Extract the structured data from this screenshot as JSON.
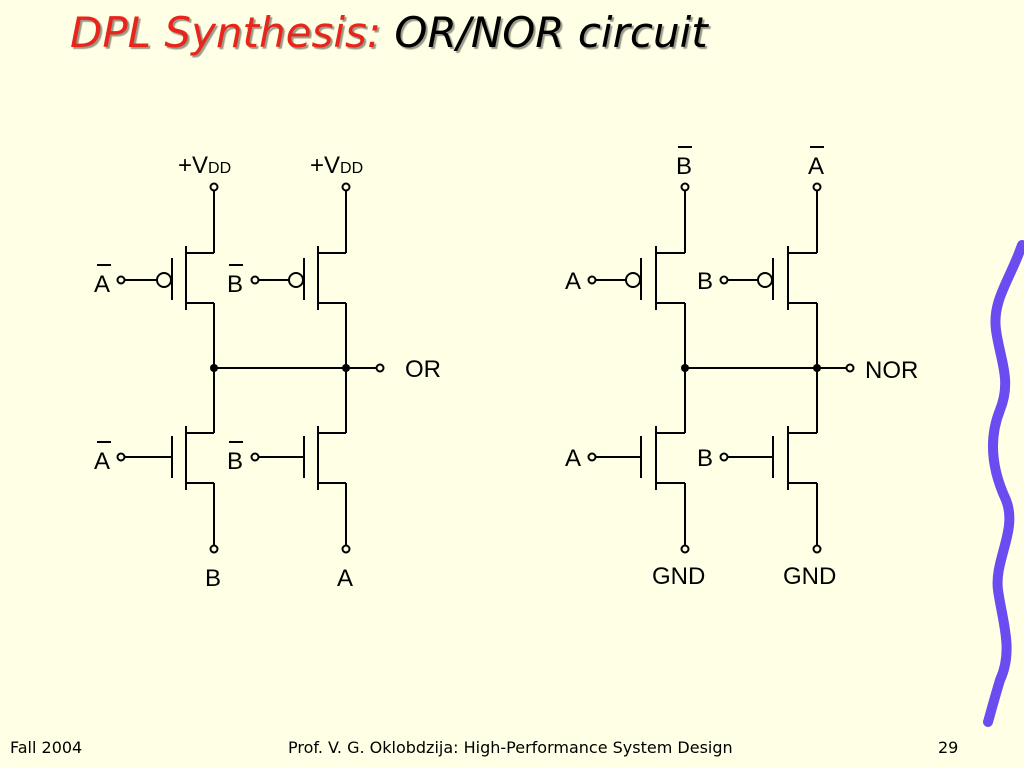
{
  "title": {
    "part1": "DPL Synthesis:",
    "part2": "OR/NOR circuit"
  },
  "or_circuit": {
    "top_left": {
      "prefix": "+V",
      "sub": "DD"
    },
    "top_right": {
      "prefix": "+V",
      "sub": "DD"
    },
    "pmos_left_gate": "A",
    "pmos_right_gate": "B",
    "nmos_left_gate": "A",
    "nmos_right_gate": "B",
    "bottom_left": "B",
    "bottom_right": "A",
    "output": "OR"
  },
  "nor_circuit": {
    "top_left": "B",
    "top_right": "A",
    "pmos_left_gate": "A",
    "pmos_right_gate": "B",
    "nmos_left_gate": "A",
    "nmos_right_gate": "B",
    "bottom_left": "GND",
    "bottom_right": "GND",
    "output": "NOR"
  },
  "footer": {
    "left": "Fall 2004",
    "center": "Prof. V. G. Oklobdzija: High-Performance System Design",
    "page": "29"
  },
  "colors": {
    "background": "#FFFFE5",
    "title_accent": "#E8251B",
    "decor": "#6A4CF0"
  }
}
